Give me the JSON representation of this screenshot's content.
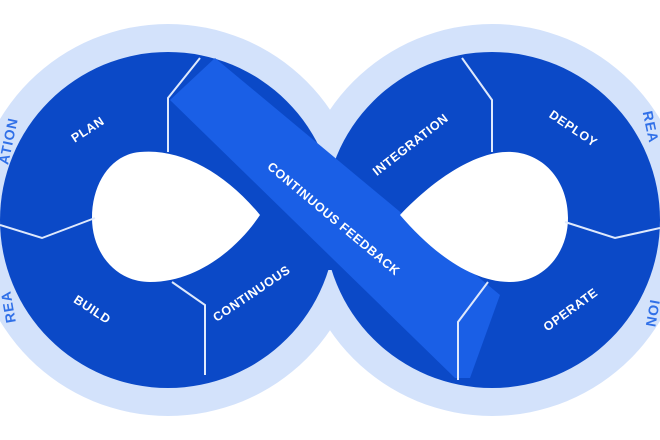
{
  "colors": {
    "outer_ring": "#d3e2fb",
    "loop_dark": "#0b49c7",
    "band": "#1a5fe6",
    "divider": "#dfe9fc",
    "label": "#ffffff",
    "ring_text": "#3070e8"
  },
  "diagram": {
    "segments": {
      "plan": "PLAN",
      "build": "BUILD",
      "continuous": "CONTINUOUS",
      "continuous_feedback": "CONTINUOUS FEEDBACK",
      "integration": "INTEGRATION",
      "deploy": "DEPLOY",
      "operate": "OPERATE"
    },
    "ring_text": {
      "left_top": "ATION",
      "left_bottom": "REA",
      "right_top": "REA",
      "right_bottom": "ION"
    }
  }
}
